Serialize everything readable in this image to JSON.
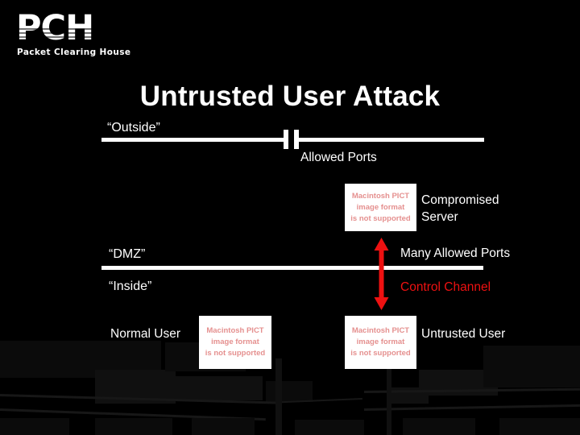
{
  "slide": {
    "title": "Untrusted User Attack",
    "background_color": "#000000",
    "text_color": "#ffffff",
    "accent_color": "#ee1111"
  },
  "logo": {
    "mark": "PCH",
    "subtitle": "Packet Clearing House",
    "name": "pch-logo"
  },
  "zones": [
    {
      "label": "“Outside”"
    },
    {
      "label": "“DMZ”"
    },
    {
      "label": "“Inside”"
    }
  ],
  "labels": {
    "outside": "“Outside”",
    "allowed_ports": "Allowed Ports",
    "compromised_server_line1": "Compromised",
    "compromised_server_line2": "Server",
    "dmz": "“DMZ”",
    "many_allowed_ports": "Many Allowed Ports",
    "inside": "“Inside”",
    "control_channel": "Control Channel",
    "normal_user": "Normal User",
    "untrusted_user": "Untrusted User"
  },
  "placeholders": {
    "pict_line1": "Macintosh PICT",
    "pict_line2": "image format",
    "pict_line3": "is not supported",
    "text_color": "#e5908f",
    "background_color": "#ffffff",
    "instances": [
      {
        "name": "compromised-server-image",
        "caption": "Compromised Server"
      },
      {
        "name": "normal-user-image",
        "caption": "Normal User"
      },
      {
        "name": "untrusted-user-image",
        "caption": "Untrusted User"
      }
    ]
  },
  "arrow": {
    "name": "control-channel-arrow",
    "color": "#ee1111",
    "style": "double-headed-vertical"
  },
  "gate": {
    "name": "firewall-gate-marker",
    "description": "gap in outside boundary line with two vertical bars"
  }
}
